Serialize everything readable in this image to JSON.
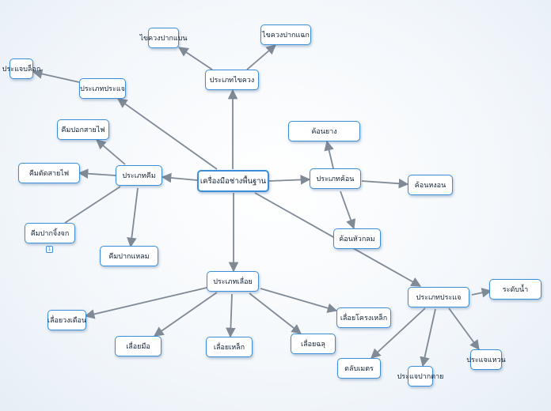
{
  "nodes": {
    "root": "เครื่องมือช่างพื้นฐาน",
    "screwdrivers": "ประเภทไขควง",
    "flat_screwdriver": "ไขควงปากแบน",
    "cross_screwdriver": "ไขควงปากแฉก",
    "saws": "ประเภทเลื่อย",
    "circular_saw": "เลื่อยวงเดือน",
    "hand_saw": "เลื่อยมือ",
    "hacksaw": "เลื่อยเหล็ก",
    "jigsaw": "เลื่อยฉลุ",
    "coping_saw": "เลื่อยโครงเหล็ก",
    "hammers": "ประเภทค้อน",
    "claw_hammer": "ค้อนหงอน",
    "ball_peen_hammer": "ค้อนหัวกลม",
    "mallet": "ค้อนยาง",
    "pliers": "ประเภทคีม",
    "wire_stripper": "คีมปอกสายไฟ",
    "cutting_pliers": "คีมตัดสายไฟ",
    "long_nose_pliers": "คีมปากแหลม",
    "combination_pliers": "คีมปากจิ้งจก",
    "wrenches": "ประเภทประแจ",
    "socket_wrench": "ประแจบล็อก",
    "open_wrench": "ประแจปากตาย",
    "ring_wrench": "ประแจแหวน",
    "tape_measure": "ตลับเมตร",
    "level": "ระดับน้ำ"
  },
  "attachment_badge": "1",
  "colors": {
    "node_border": "#3b8fd8",
    "link": "#7f8a96"
  }
}
